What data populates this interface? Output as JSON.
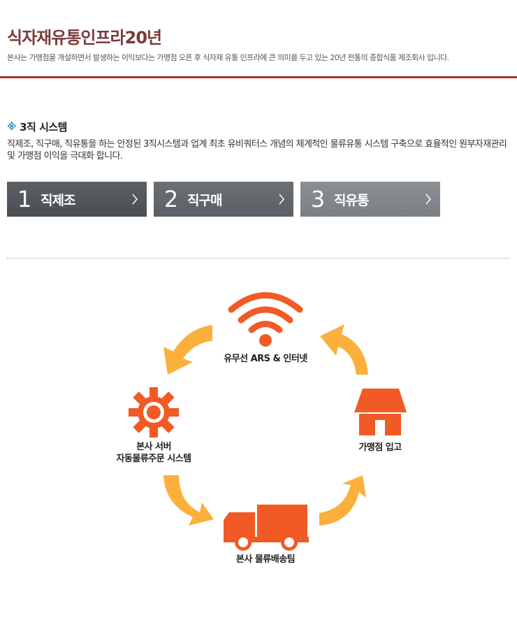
{
  "header": {
    "title": "식자재유통인프라20년",
    "description": "본사는 가맹점을 개설하면서 발생하는 이익보다는 가맹점 오픈 후 식자재 유통 인프라에 큰 의미를 두고 있는 20년 전통의 종합식품 제조회사 입니다."
  },
  "section": {
    "mark": "※",
    "heading": "3직 시스템",
    "description": "직제조, 직구매, 직유통을 하는 안정된 3직시스템과 업계 최초 유비쿼터스 개념의 체계적인 물류유통 시스템 구축으로 효율적인 원부자재관리 및 가맹점 이익을 극대화 합니다."
  },
  "steps": [
    {
      "number": "1",
      "label": "직제조"
    },
    {
      "number": "2",
      "label": "직구매"
    },
    {
      "number": "3",
      "label": "직유통"
    }
  ],
  "cycle": {
    "wireless": "유무선 ARS & 인터넷",
    "server_line1": "본사 서버",
    "server_line2": "자동물류주문 시스템",
    "store": "가맹점 입고",
    "delivery": "본사 물류배송팀"
  },
  "colors": {
    "title": "#7b3b3b",
    "rule": "#a83326",
    "icon_orange": "#f15a24",
    "arrow_yellow": "#fbb03b",
    "mark_blue": "#2a8fbf"
  },
  "icons": [
    "wifi-icon",
    "gear-icon",
    "store-icon",
    "truck-icon",
    "chevron-right-icon"
  ]
}
